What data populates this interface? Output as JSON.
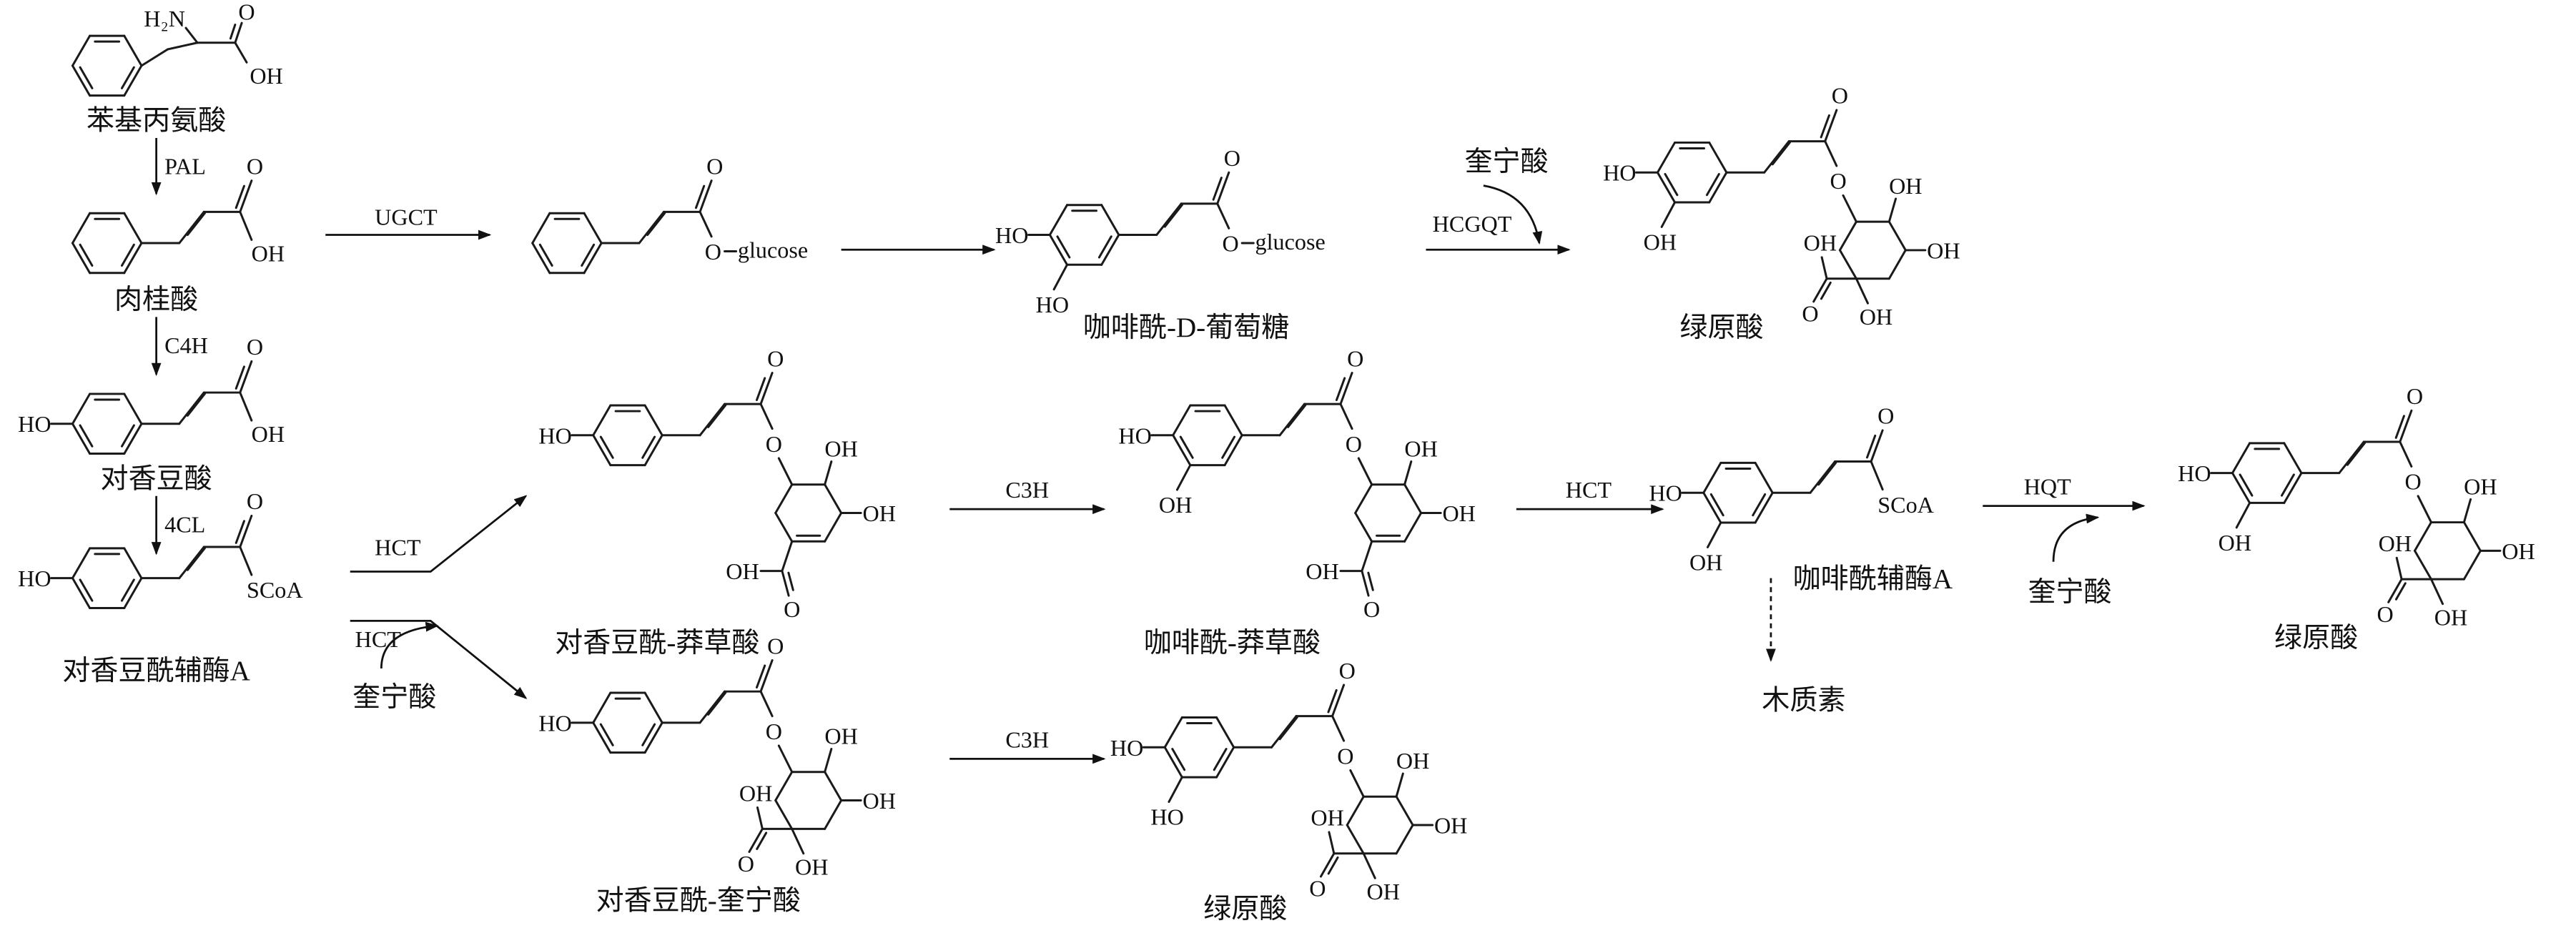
{
  "atom_labels": {
    "O": "O",
    "OH": "OH",
    "HO": "HO",
    "SCoA": "SCoA",
    "H2N": "H₂N",
    "glucose": "glucose"
  },
  "compounds": {
    "phenylalanine": "苯基丙氨酸",
    "cinnamic_acid": "肉桂酸",
    "p_coumaric_acid": "对香豆酸",
    "p_coumaroyl_coa": "对香豆酰辅酶A",
    "caffeoyl_glucose": "咖啡酰-D-葡萄糖",
    "chlorogenic_acid_top": "绿原酸",
    "p_coumaroyl_shikimate": "对香豆酰-莽草酸",
    "caffeoyl_shikimate": "咖啡酰-莽草酸",
    "caffeoyl_coa": "咖啡酰辅酶A",
    "chlorogenic_acid_right": "绿原酸",
    "p_coumaroyl_quinate": "对香豆酰-奎宁酸",
    "chlorogenic_acid_bottom": "绿原酸",
    "lignin": "木质素"
  },
  "enzymes": {
    "pal": "PAL",
    "c4h": "C4H",
    "fourcl": "4CL",
    "ugct": "UGCT",
    "hcgqt": "HCGQT",
    "hct_upper": "HCT",
    "hct_lower": "HCT",
    "c3h_upper": "C3H",
    "c3h_lower": "C3H",
    "hct_right": "HCT",
    "hqt": "HQT"
  },
  "cosubstrates": {
    "quinic_acid_hcgqt": "奎宁酸",
    "quinic_acid_hct": "奎宁酸",
    "quinic_acid_hqt": "奎宁酸"
  }
}
